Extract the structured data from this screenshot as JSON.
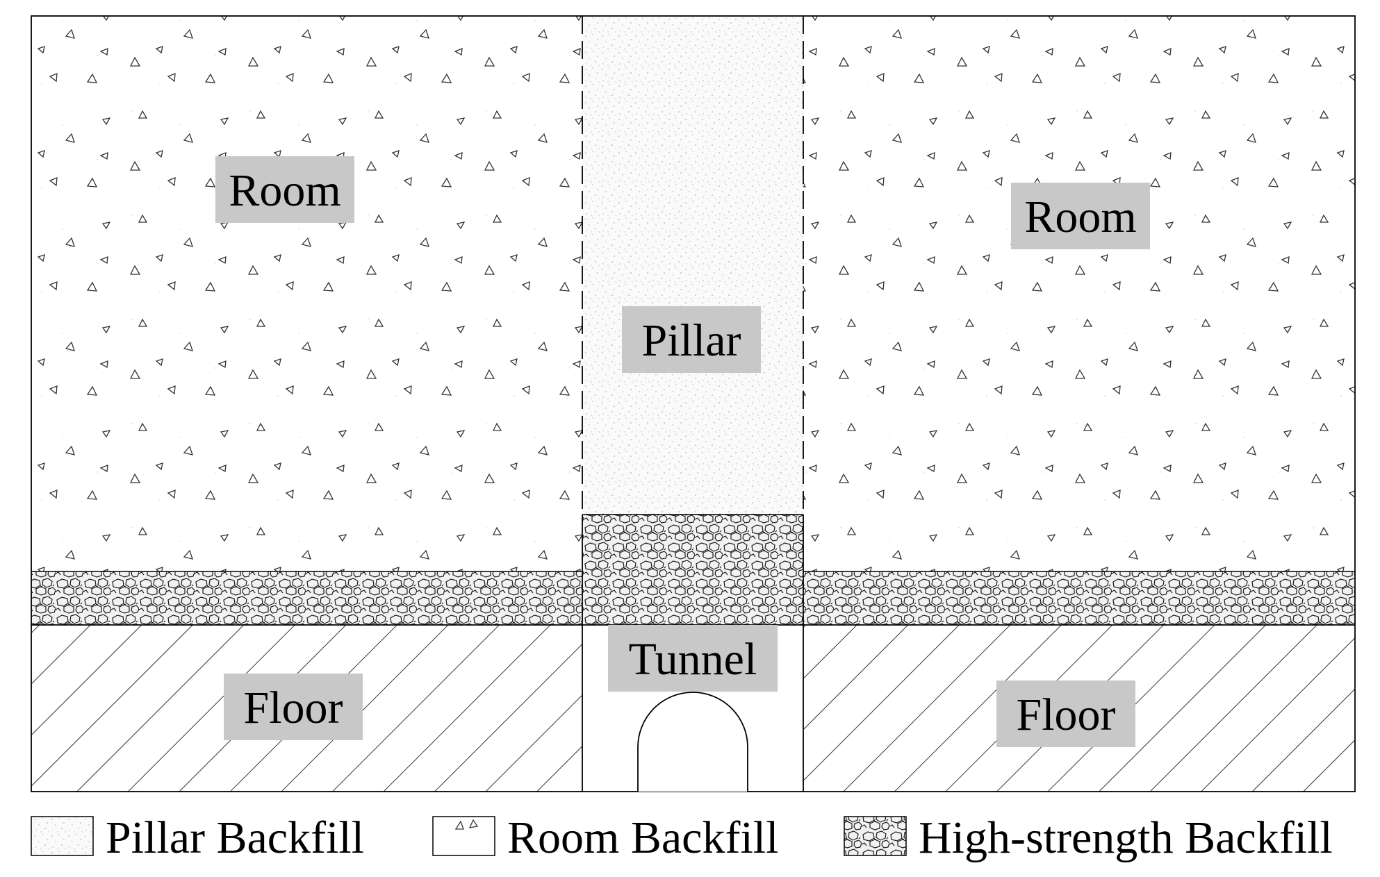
{
  "labels": {
    "room_left": "Room",
    "room_right": "Room",
    "pillar": "Pillar",
    "tunnel": "Tunnel",
    "floor_left": "Floor",
    "floor_right": "Floor"
  },
  "legend": {
    "pillar_backfill": "Pillar Backfill",
    "room_backfill": "Room Backfill",
    "high_strength_backfill": "High-strength Backfill"
  },
  "colors": {
    "label_box": "#c8c8c8",
    "line": "#000000",
    "background": "#ffffff"
  }
}
